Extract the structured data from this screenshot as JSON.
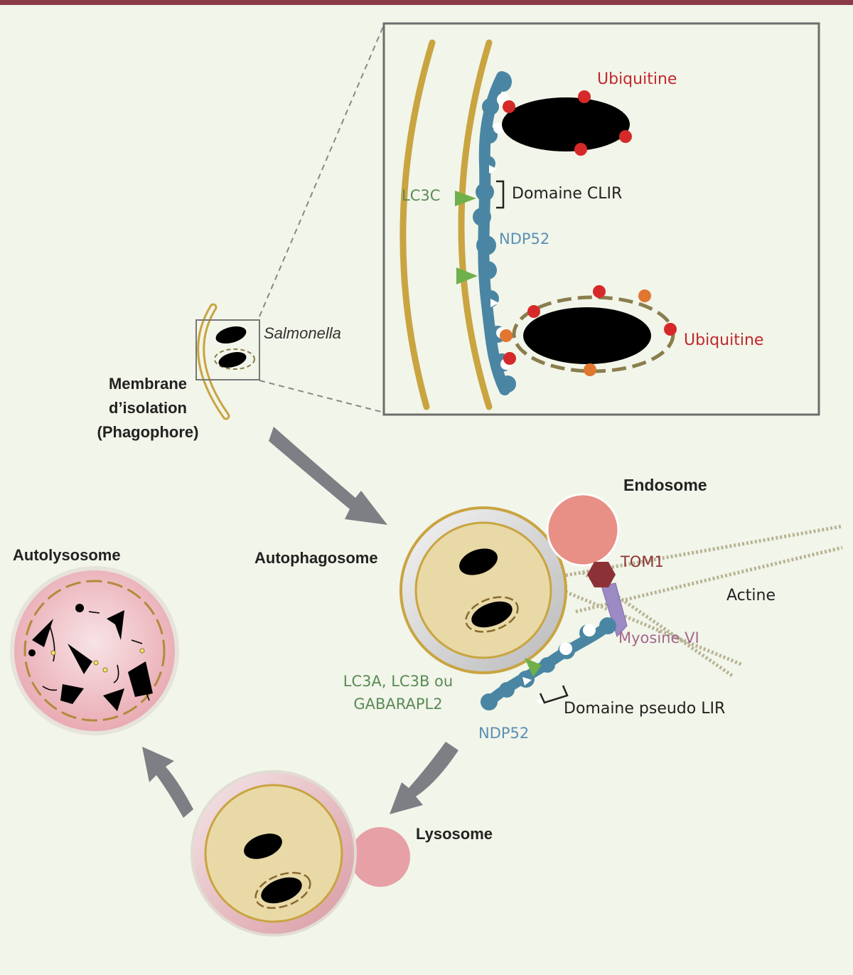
{
  "labels": {
    "ubiquitine_top": "Ubiquitine",
    "ubiquitine_bottom": "Ubiquitine",
    "lc3c": "LC3C",
    "domaine_clir": "Domaine CLIR",
    "ndp52_top": "NDP52",
    "salmonella": "Salmonella",
    "membrane_line1": "Membrane",
    "membrane_line2": "d’isolation",
    "membrane_line3": "(Phagophore)",
    "endosome": "Endosome",
    "autophagosome": "Autophagosome",
    "autolysosome": "Autolysosome",
    "tom1": "TOM1",
    "actine": "Actine",
    "myosine": "Myosine VI",
    "lc3_line1": "LC3A, LC3B ou",
    "lc3_line2": "GABARAPL2",
    "ndp52_bottom": "NDP52",
    "pseudo_lir": "Domaine pseudo LIR",
    "lysosome": "Lysosome"
  },
  "colors": {
    "background": "#f2f5e9",
    "top_bar": "#8a3b46",
    "membrane_gold": "#c9a441",
    "ndp52_blue": "#4a86a3",
    "ubiquitin_red": "#d62a2a",
    "ubiquitin_orange": "#e0762f",
    "lc3_green": "#6fb04a",
    "endosome_salmon": "#e88f86",
    "tom1_brown": "#8c3236",
    "myosin_purple": "#9c8ac4",
    "lysosome_pink": "#e6a0a6",
    "arrow_gray": "#7e7f85",
    "label_red": "#c1272d",
    "label_blue": "#5b90b5",
    "label_green": "#5a8a57",
    "label_mauve": "#a4678e"
  }
}
